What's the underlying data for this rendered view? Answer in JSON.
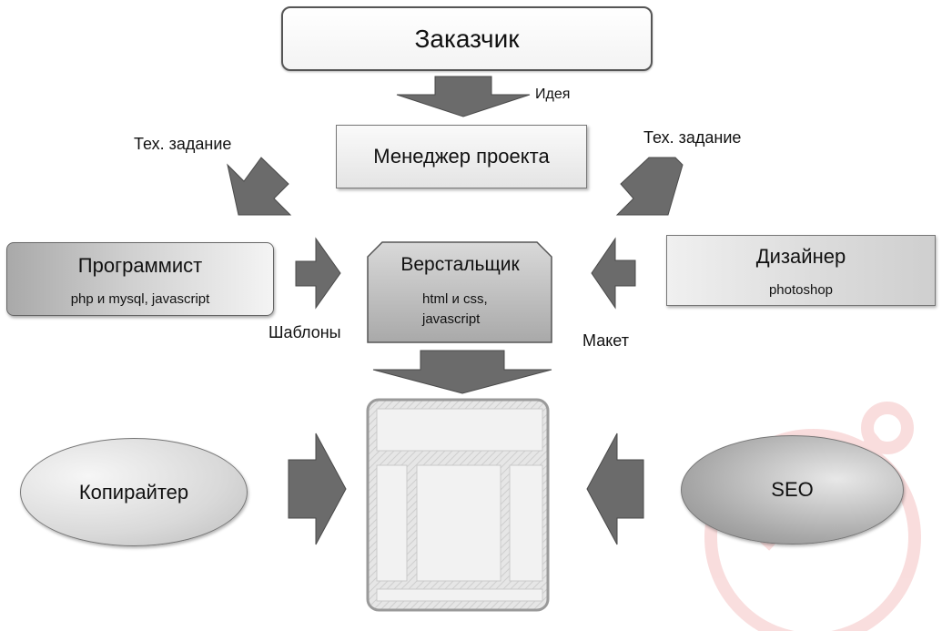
{
  "nodes": {
    "client": "Заказчик",
    "manager": "Менеджер проекта",
    "programmer": {
      "title": "Программист",
      "skills": "php и mysql, javascript"
    },
    "layout_designer": {
      "title": "Верстальщик",
      "skills_line1": "html и css,",
      "skills_line2": "javascript"
    },
    "designer": {
      "title": "Дизайнер",
      "skills": "photoshop"
    },
    "copywriter": "Копирайтер",
    "seo": "SEO"
  },
  "edges": {
    "client_to_manager": "Идея",
    "manager_to_programmer": "Тех. задание",
    "manager_to_designer": "Тех. задание",
    "programmer_to_layout": "Шаблоны",
    "designer_to_layout": "Макет"
  },
  "colors": {
    "arrow_fill": "#6b6b6b",
    "arrow_stroke": "#4a4a4a",
    "website_frame": "#9a9a9a",
    "website_panel": "#f2f2f2"
  },
  "icons": {
    "website": "website-layout-icon",
    "watermark": "watermark-logo"
  }
}
